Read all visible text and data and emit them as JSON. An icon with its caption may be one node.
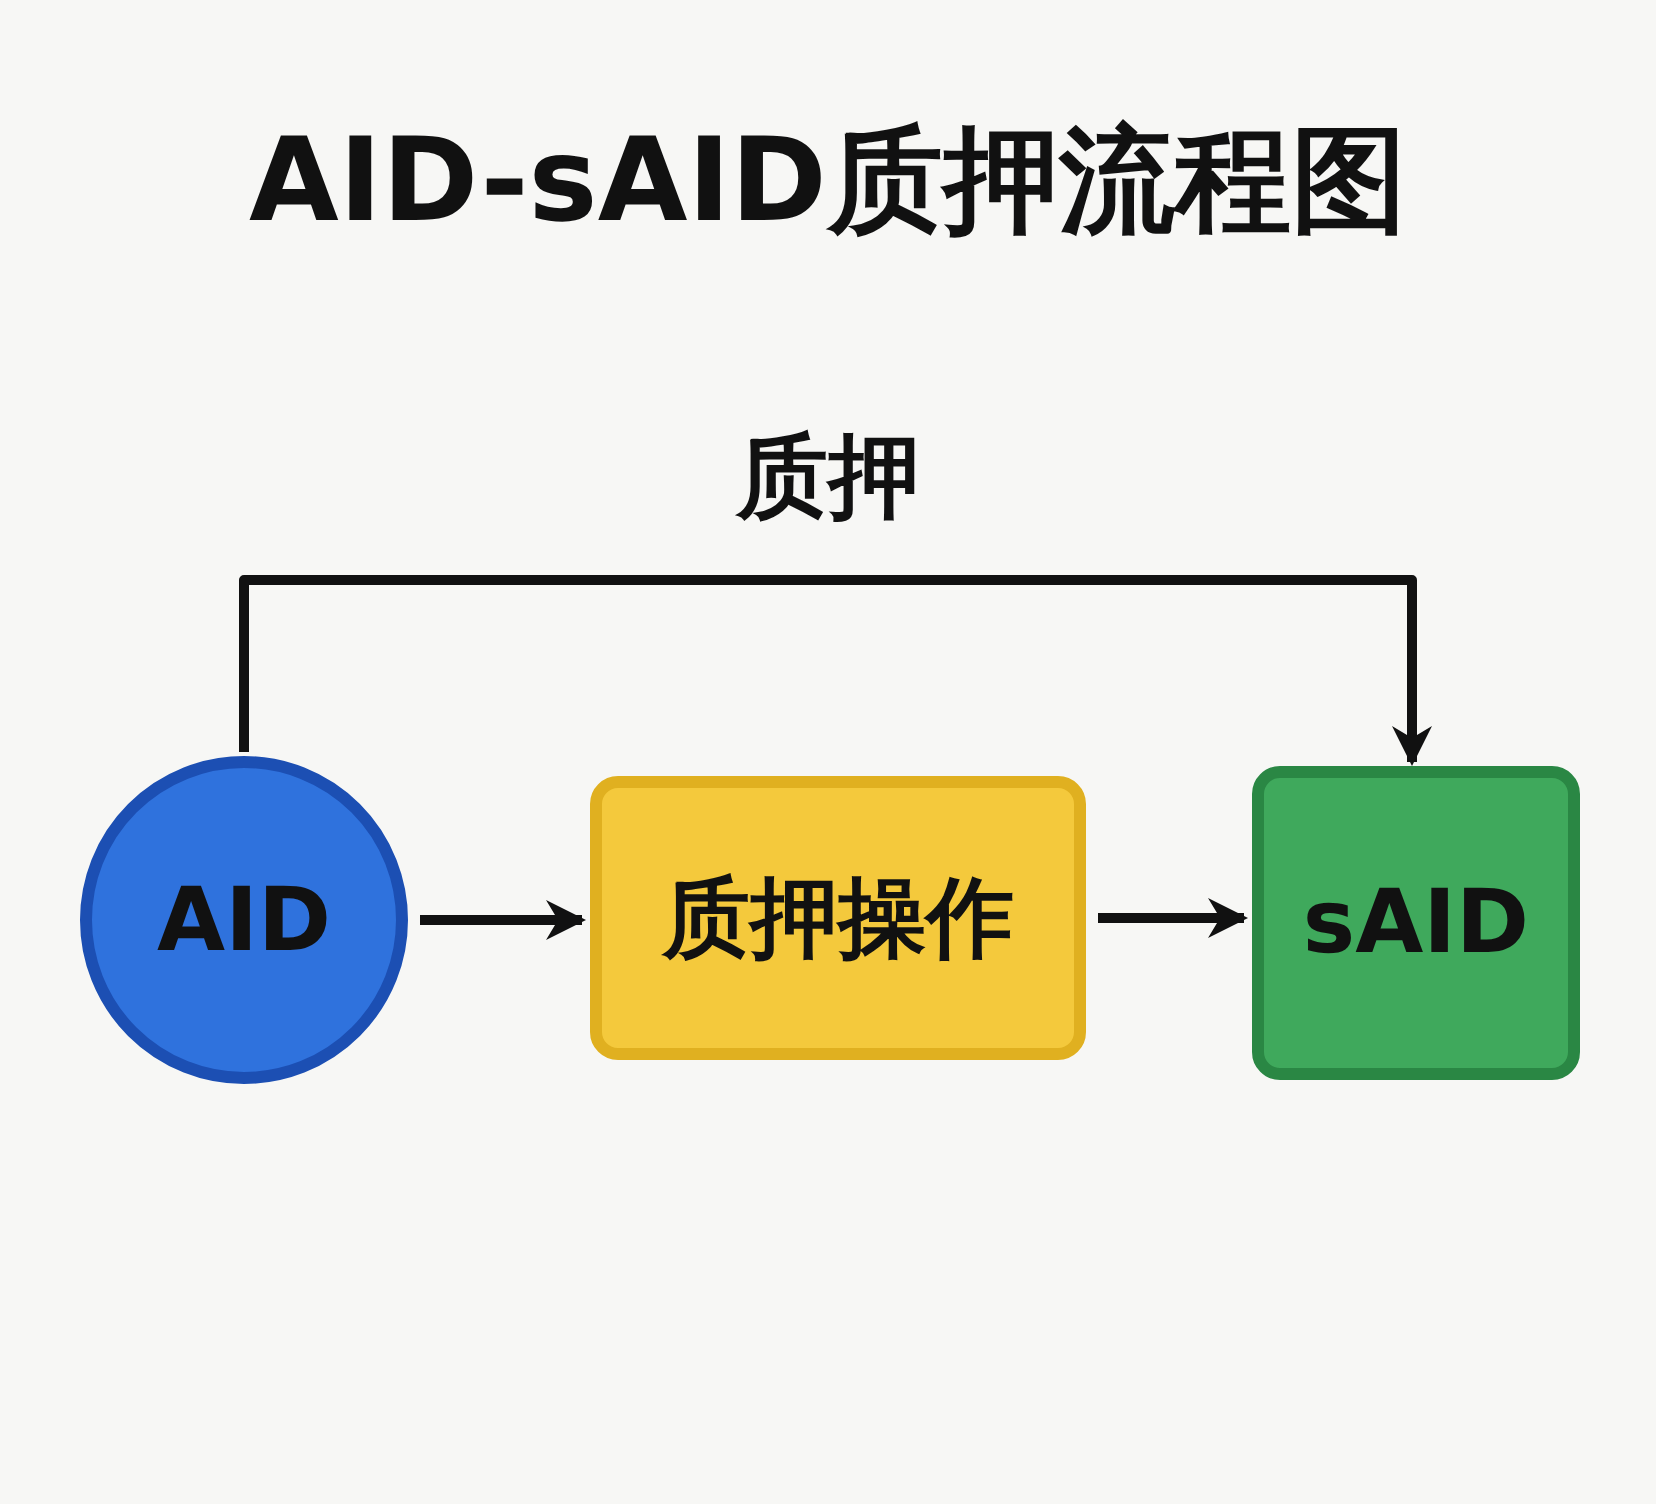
{
  "diagram": {
    "title": "AID-sAID质押流程图",
    "nodes": [
      {
        "text": [
          "AID"
        ]
      },
      {
        "text": [
          "质押操作"
        ]
      },
      {
        "text": [
          "sAID"
        ]
      }
    ],
    "edges": [
      {
        "from": 0,
        "to": 1,
        "arrow": "to"
      },
      {
        "from": 1,
        "to": 2,
        "arrow": "to"
      },
      {
        "from": 0,
        "to": 2,
        "arrow": "to",
        "label": "质押"
      }
    ]
  }
}
